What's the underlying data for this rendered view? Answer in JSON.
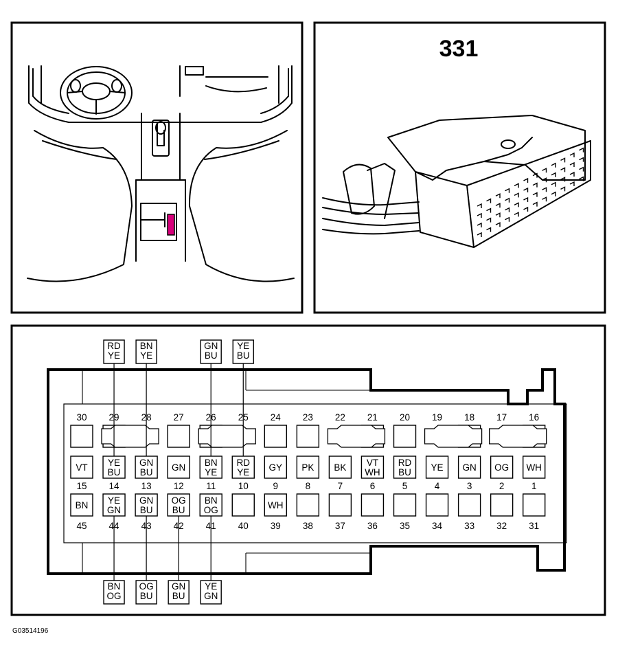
{
  "connector_number": "331",
  "figure_code": "G03514196",
  "colors": {
    "ink": "#000000",
    "location_marker": "#d6007a",
    "background": "#ffffff"
  },
  "icons": [
    "steering-wheel-icon",
    "gear-shifter-icon",
    "connector-location-marker-icon",
    "harness-connector-icon"
  ],
  "connector": {
    "top_row": [
      {
        "no": "30",
        "type": "pin"
      },
      {
        "no": "29",
        "type": "pin"
      },
      {
        "no": "28",
        "type": "key"
      },
      {
        "no": "27",
        "type": "pin"
      },
      {
        "no": "26",
        "type": "pin"
      },
      {
        "no": "25",
        "type": "key"
      },
      {
        "no": "24",
        "type": "pin"
      },
      {
        "no": "23",
        "type": "pin"
      },
      {
        "no": "22",
        "type": "key"
      },
      {
        "no": "21",
        "type": "pin"
      },
      {
        "no": "20",
        "type": "pin"
      },
      {
        "no": "19",
        "type": "key"
      },
      {
        "no": "18",
        "type": "pin"
      },
      {
        "no": "17",
        "type": "key"
      },
      {
        "no": "16",
        "type": "pin"
      }
    ],
    "middle_row": [
      {
        "no": "15",
        "wire": "VT"
      },
      {
        "no": "14",
        "wire": "YE BU"
      },
      {
        "no": "13",
        "wire": "GN BU"
      },
      {
        "no": "12",
        "wire": "GN"
      },
      {
        "no": "11",
        "wire": "BN YE"
      },
      {
        "no": "10",
        "wire": "RD YE"
      },
      {
        "no": "9",
        "wire": "GY"
      },
      {
        "no": "8",
        "wire": "PK"
      },
      {
        "no": "7",
        "wire": "BK"
      },
      {
        "no": "6",
        "wire": "VT WH"
      },
      {
        "no": "5",
        "wire": "RD BU"
      },
      {
        "no": "4",
        "wire": "YE"
      },
      {
        "no": "3",
        "wire": "GN"
      },
      {
        "no": "2",
        "wire": "OG"
      },
      {
        "no": "1",
        "wire": "WH"
      }
    ],
    "bottom_row": [
      {
        "no": "45",
        "wire": "BN"
      },
      {
        "no": "44",
        "wire": "YE GN"
      },
      {
        "no": "43",
        "wire": "GN BU"
      },
      {
        "no": "42",
        "wire": "OG BU"
      },
      {
        "no": "41",
        "wire": "BN OG"
      },
      {
        "no": "40",
        "wire": ""
      },
      {
        "no": "39",
        "wire": "WH"
      },
      {
        "no": "38",
        "wire": ""
      },
      {
        "no": "37",
        "wire": ""
      },
      {
        "no": "36",
        "wire": ""
      },
      {
        "no": "35",
        "wire": ""
      },
      {
        "no": "34",
        "wire": ""
      },
      {
        "no": "33",
        "wire": ""
      },
      {
        "no": "32",
        "wire": ""
      },
      {
        "no": "31",
        "wire": ""
      }
    ]
  },
  "top_callouts": [
    {
      "wire": "RD YE",
      "target": "14"
    },
    {
      "wire": "BN YE",
      "target": "13"
    },
    {
      "wire": "GN BU",
      "target": "11"
    },
    {
      "wire": "YE BU",
      "target": "10"
    }
  ],
  "bottom_callouts": [
    {
      "wire": "BN OG",
      "target": "44"
    },
    {
      "wire": "OG BU",
      "target": "43"
    },
    {
      "wire": "GN BU",
      "target": "42"
    },
    {
      "wire": "YE GN",
      "target": "41"
    }
  ]
}
